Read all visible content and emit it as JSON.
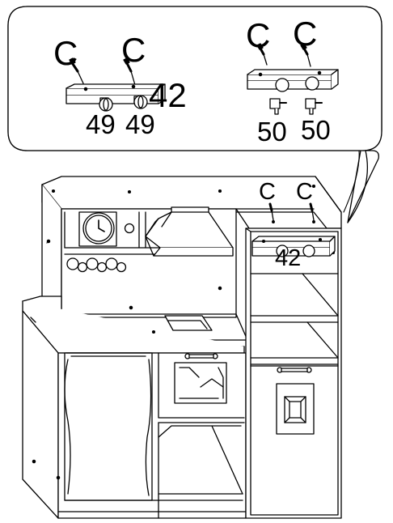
{
  "callout": {
    "left": {
      "screw_a": "C",
      "screw_b": "C",
      "part": "42",
      "knob_a": "49",
      "knob_b": "49"
    },
    "right": {
      "screw_a": "C",
      "screw_b": "C",
      "knob_a": "50",
      "knob_b": "50"
    }
  },
  "kitchen": {
    "screw_a": "C",
    "screw_b": "C",
    "part": "42"
  },
  "colors": {
    "stroke": "#000000",
    "fill": "#ffffff",
    "shade": "#e8e8e8"
  }
}
